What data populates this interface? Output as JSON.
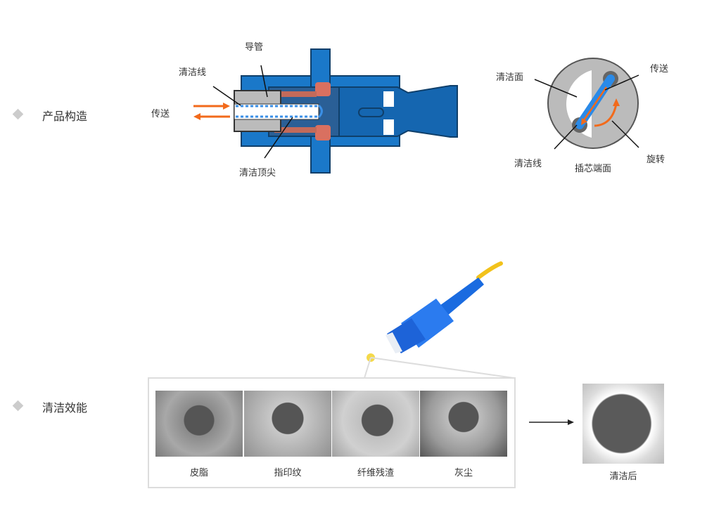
{
  "sections": [
    {
      "title": "产品构造"
    },
    {
      "title": "清洁效能"
    }
  ],
  "structure_diagram": {
    "labels": {
      "guide_tube": "导管",
      "cleaning_line": "清洁线",
      "transmit": "传送",
      "cleaning_tip": "清洁顶尖"
    }
  },
  "end_face_diagram": {
    "labels": {
      "cleaning_surface": "清洁面",
      "transmit": "传送",
      "cleaning_line": "清洁线",
      "ferrule_end_face": "插芯端面",
      "rotate": "旋转"
    }
  },
  "efficacy": {
    "samples": [
      {
        "label": "皮脂"
      },
      {
        "label": "指印纹"
      },
      {
        "label": "纤维残渣"
      },
      {
        "label": "灰尘"
      }
    ],
    "result_label": "清洁后"
  },
  "colors": {
    "accent_orange": "#f26a1b",
    "blue": "#1e7fd6",
    "diamond": "#cccccc"
  }
}
